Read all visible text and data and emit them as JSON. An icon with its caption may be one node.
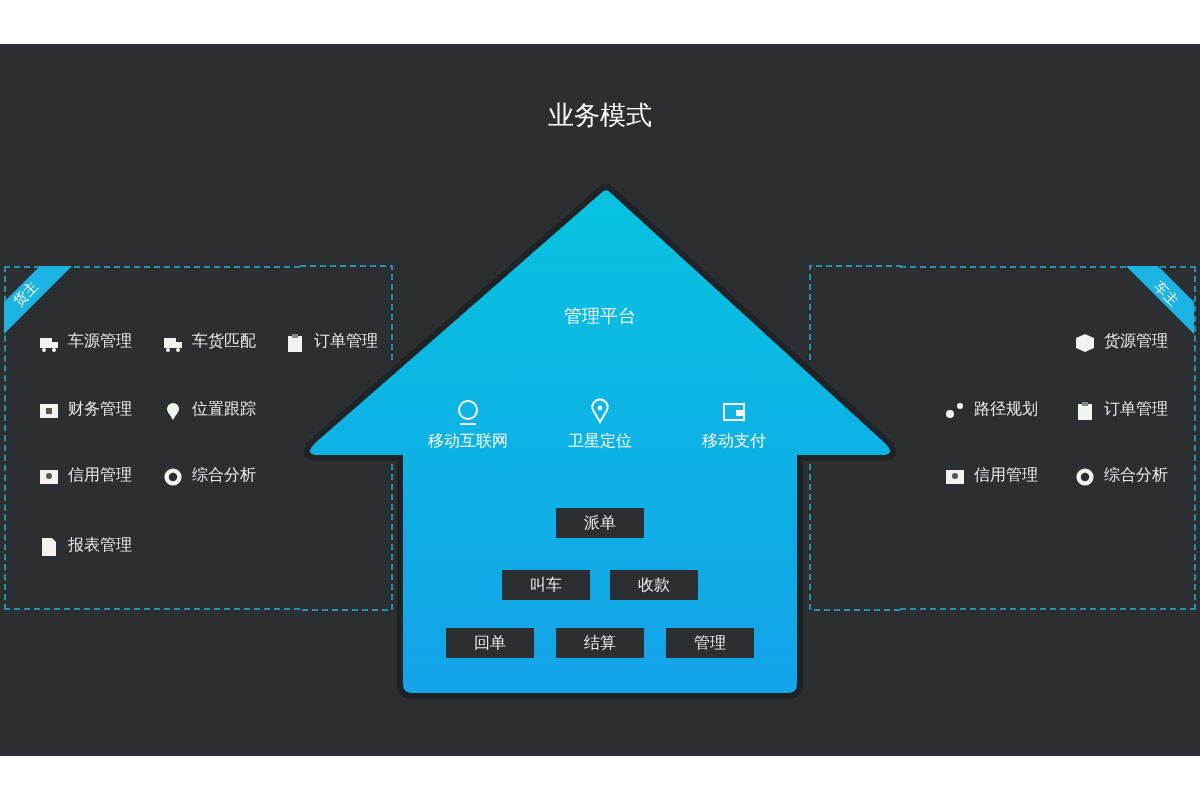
{
  "diagram": {
    "title": "业务模式",
    "nodes": [
      {
        "text": [
          "货主"
        ]
      },
      {
        "text": [
          "车主"
        ]
      },
      {
        "text": [
          "管理平台"
        ]
      },
      {
        "text": [
          "派单"
        ],
        "in": 2
      },
      {
        "text": [
          "叫车"
        ],
        "in": 2
      },
      {
        "text": [
          "收款"
        ],
        "in": 2
      },
      {
        "text": [
          "回单"
        ],
        "in": 2
      },
      {
        "text": [
          "结算"
        ],
        "in": 2
      },
      {
        "text": [
          "管理"
        ],
        "in": 2
      }
    ],
    "labels": [
      "车源管理",
      "车货匹配",
      "订单管理",
      "财务管理",
      "位置跟踪",
      "信用管理",
      "综合分析",
      "报表管理",
      "货源管理",
      "路径规划",
      "订单管理",
      "信用管理",
      "综合分析",
      "移动互联网",
      "卫星定位",
      "移动支付"
    ]
  }
}
